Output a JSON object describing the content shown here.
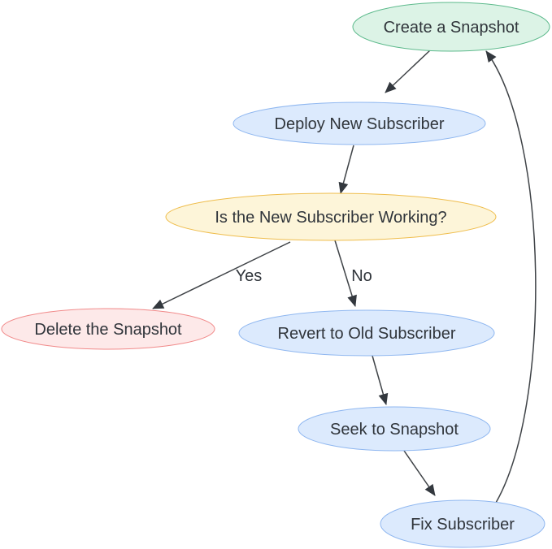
{
  "diagram": {
    "background": "#ffffff",
    "edge_color": "#3f4347",
    "arrow_color": "#33383e",
    "text_color": "#30353b",
    "nodes": [
      {
        "id": "create-snapshot",
        "label": "Create a Snapshot",
        "fill": "#dcf3e6",
        "stroke": "#5dba8c"
      },
      {
        "id": "deploy-new-subscriber",
        "label": "Deploy New Subscriber",
        "fill": "#dceafd",
        "stroke": "#8fb7f0"
      },
      {
        "id": "is-new-subscriber-working",
        "label": "Is the New Subscriber Working?",
        "fill": "#fdf5d9",
        "stroke": "#efbd4c"
      },
      {
        "id": "delete-the-snapshot",
        "label": "Delete the Snapshot",
        "fill": "#fde9e9",
        "stroke": "#f18a8a"
      },
      {
        "id": "revert-to-old-subscriber",
        "label": "Revert to Old Subscriber",
        "fill": "#dceafd",
        "stroke": "#8fb7f0"
      },
      {
        "id": "seek-to-snapshot",
        "label": "Seek to Snapshot",
        "fill": "#dceafd",
        "stroke": "#8fb7f0"
      },
      {
        "id": "fix-subscriber",
        "label": "Fix Subscriber",
        "fill": "#dceafd",
        "stroke": "#8fb7f0"
      }
    ],
    "edges": [
      {
        "from": "create-snapshot",
        "to": "deploy-new-subscriber",
        "label": ""
      },
      {
        "from": "deploy-new-subscriber",
        "to": "is-new-subscriber-working",
        "label": ""
      },
      {
        "from": "is-new-subscriber-working",
        "to": "delete-the-snapshot",
        "label": "Yes"
      },
      {
        "from": "is-new-subscriber-working",
        "to": "revert-to-old-subscriber",
        "label": "No"
      },
      {
        "from": "revert-to-old-subscriber",
        "to": "seek-to-snapshot",
        "label": ""
      },
      {
        "from": "seek-to-snapshot",
        "to": "fix-subscriber",
        "label": ""
      },
      {
        "from": "fix-subscriber",
        "to": "create-snapshot",
        "label": ""
      }
    ]
  }
}
